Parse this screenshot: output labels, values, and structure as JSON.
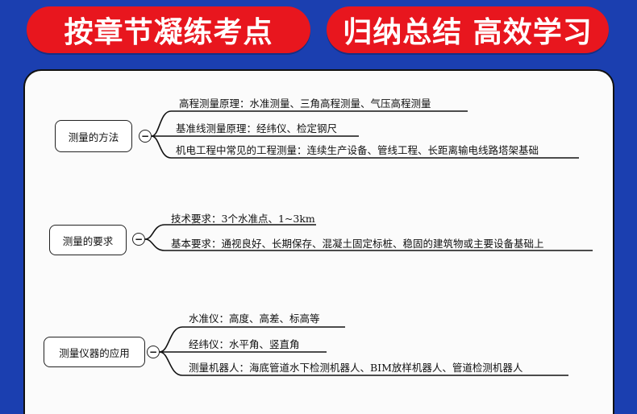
{
  "banners": {
    "left": "按章节凝练考点",
    "right": "归纳总结 高效学习"
  },
  "groups": [
    {
      "title": "测量的方法",
      "toggle": "−",
      "branches": [
        "高程测量原理：水准测量、三角高程测量、气压高程测量",
        "基准线测量原理：经纬仪、检定钢尺",
        "机电工程中常见的工程测量：连续生产设备、管线工程、长距离输电线路塔架基础"
      ]
    },
    {
      "title": "测量的要求",
      "toggle": "−",
      "branches": [
        "技术要求：3个水准点、1~3km",
        "基本要求：通视良好、长期保存、混凝土固定标桩、稳固的建筑物或主要设备基础上"
      ]
    },
    {
      "title": "测量仪器的应用",
      "toggle": "−",
      "branches": [
        "水准仪：高度、高差、标高等",
        "经纬仪：水平角、竖直角",
        "测量机器人：海底管道水下检测机器人、BIM放样机器人、管道检测机器人"
      ]
    }
  ]
}
